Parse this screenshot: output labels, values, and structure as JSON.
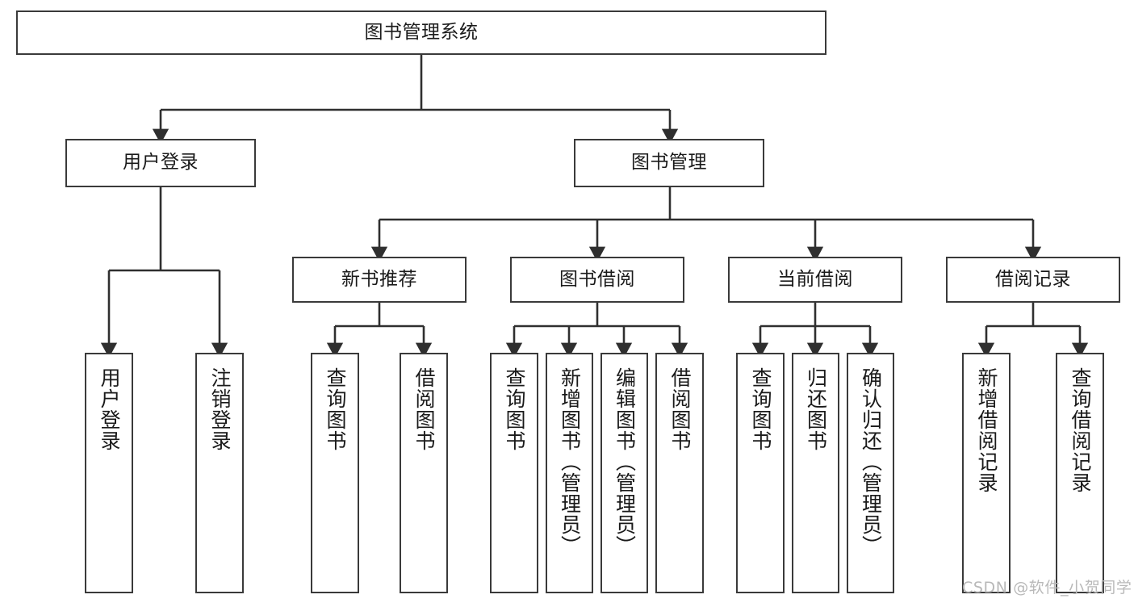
{
  "diagram": {
    "title": "图书管理系统",
    "type": "tree-hierarchy",
    "orientation": "top-down",
    "colors": {
      "node_border": "#3a3a3a",
      "node_fill": "#ffffff",
      "edge": "#2f2f2f",
      "text": "#1a1a1a",
      "watermark": "#b9b9b9",
      "background": "#ffffff"
    }
  },
  "root": {
    "label": "图书管理系统"
  },
  "level1": [
    {
      "label": "用户登录"
    },
    {
      "label": "图书管理"
    }
  ],
  "level2": [
    {
      "label": "新书推荐"
    },
    {
      "label": "图书借阅"
    },
    {
      "label": "当前借阅"
    },
    {
      "label": "借阅记录"
    }
  ],
  "leaves": {
    "user_login": [
      {
        "label": "用户登录"
      },
      {
        "label": "注销登录"
      }
    ],
    "new_book_recommend": [
      {
        "label": "查询图书"
      },
      {
        "label": "借阅图书"
      }
    ],
    "book_borrow": [
      {
        "label": "查询图书"
      },
      {
        "label": "新增图书（管理员）"
      },
      {
        "label": "编辑图书（管理员）"
      },
      {
        "label": "借阅图书"
      }
    ],
    "current_borrow": [
      {
        "label": "查询图书"
      },
      {
        "label": "归还图书"
      },
      {
        "label": "确认归还（管理员）"
      }
    ],
    "borrow_record": [
      {
        "label": "新增借阅记录"
      },
      {
        "label": "查询借阅记录"
      }
    ]
  },
  "watermark": {
    "text": "CSDN @软件_小贺同学"
  }
}
